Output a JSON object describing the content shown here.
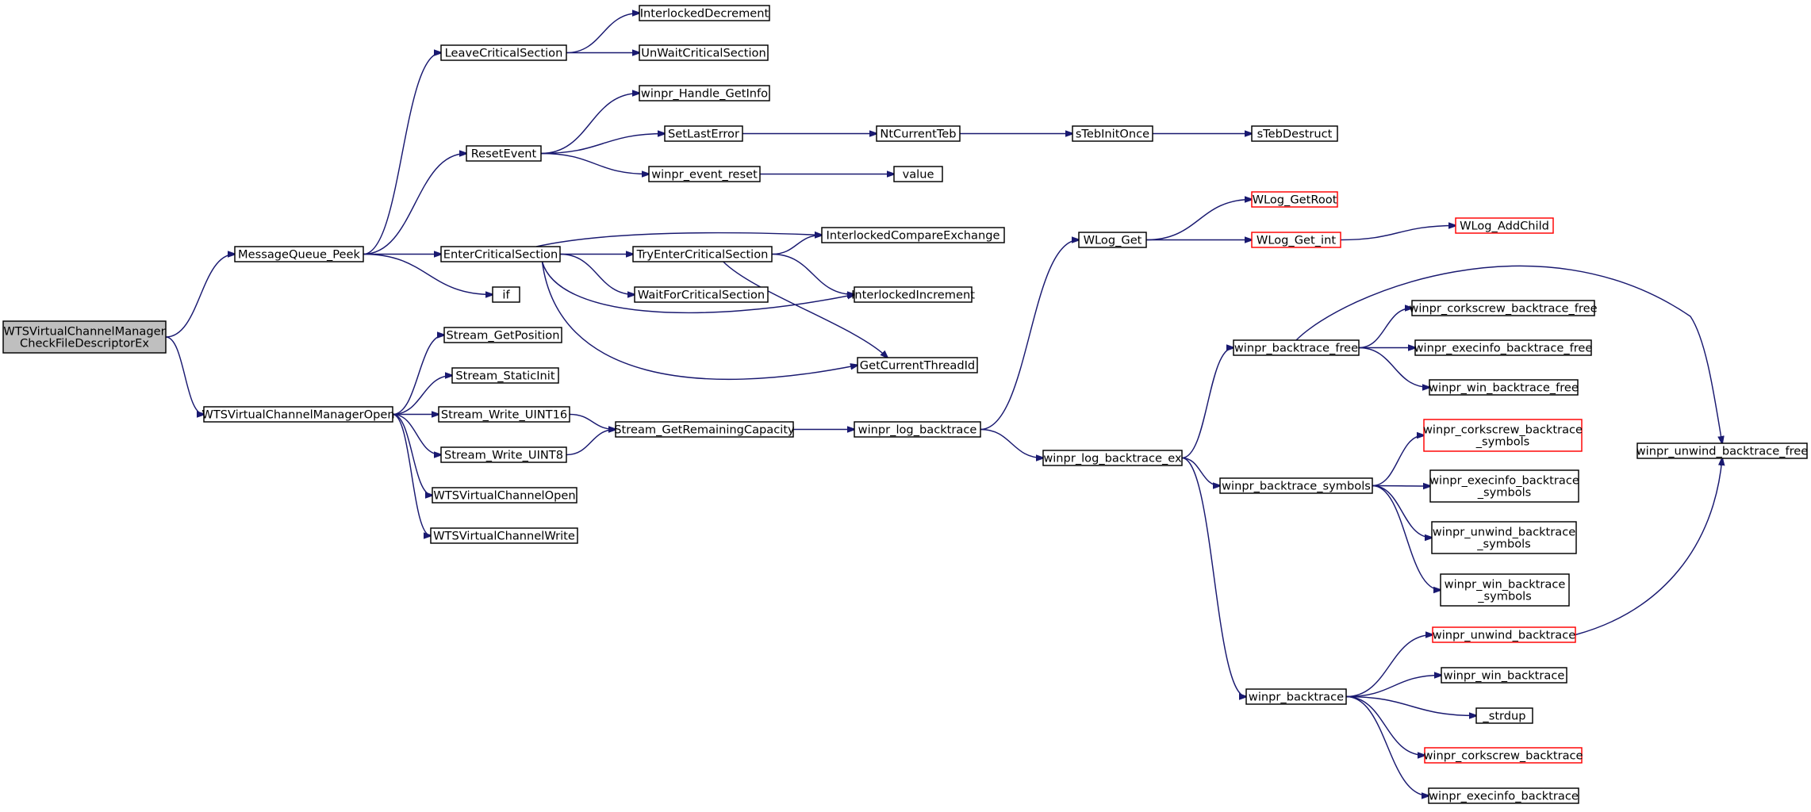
{
  "graph": {
    "title": "",
    "colors": {
      "edge": "#191970",
      "node_border": "#000000",
      "truncated_border": "#ff0000",
      "root_fill": "#bfbfbf",
      "node_fill": "#ffffff"
    },
    "nodes": [
      {
        "id": "root",
        "lines": [
          "WTSVirtualChannelManager",
          "CheckFileDescriptorEx"
        ],
        "style": "root"
      },
      {
        "id": "mqpeek",
        "lines": [
          "MessageQueue_Peek"
        ]
      },
      {
        "id": "wtsopen",
        "lines": [
          "WTSVirtualChannelManagerOpen"
        ]
      },
      {
        "id": "leavecs",
        "lines": [
          "LeaveCriticalSection"
        ]
      },
      {
        "id": "resetevent",
        "lines": [
          "ResetEvent"
        ]
      },
      {
        "id": "entercs",
        "lines": [
          "EnterCriticalSection"
        ]
      },
      {
        "id": "if",
        "lines": [
          "if"
        ]
      },
      {
        "id": "getpos",
        "lines": [
          "Stream_GetPosition"
        ]
      },
      {
        "id": "staticinit",
        "lines": [
          "Stream_StaticInit"
        ]
      },
      {
        "id": "write16",
        "lines": [
          "Stream_Write_UINT16"
        ]
      },
      {
        "id": "write8",
        "lines": [
          "Stream_Write_UINT8"
        ]
      },
      {
        "id": "wtschopen",
        "lines": [
          "WTSVirtualChannelOpen"
        ]
      },
      {
        "id": "wtschwrite",
        "lines": [
          "WTSVirtualChannelWrite"
        ]
      },
      {
        "id": "intdec",
        "lines": [
          "InterlockedDecrement"
        ]
      },
      {
        "id": "unwaitcs",
        "lines": [
          "UnWaitCriticalSection"
        ]
      },
      {
        "id": "handleinfo",
        "lines": [
          "winpr_Handle_GetInfo"
        ]
      },
      {
        "id": "setlasterr",
        "lines": [
          "SetLastError"
        ]
      },
      {
        "id": "eventreset",
        "lines": [
          "winpr_event_reset"
        ]
      },
      {
        "id": "tryentercs",
        "lines": [
          "TryEnterCriticalSection"
        ]
      },
      {
        "id": "waitcs",
        "lines": [
          "WaitForCriticalSection"
        ]
      },
      {
        "id": "remcap",
        "lines": [
          "Stream_GetRemainingCapacity"
        ]
      },
      {
        "id": "ntteb",
        "lines": [
          "NtCurrentTeb"
        ]
      },
      {
        "id": "value",
        "lines": [
          "value"
        ]
      },
      {
        "id": "intcmpx",
        "lines": [
          "InterlockedCompareExchange"
        ]
      },
      {
        "id": "intinc",
        "lines": [
          "InterlockedIncrement"
        ]
      },
      {
        "id": "curthread",
        "lines": [
          "GetCurrentThreadId"
        ]
      },
      {
        "id": "logbt",
        "lines": [
          "winpr_log_backtrace"
        ]
      },
      {
        "id": "tebinit",
        "lines": [
          "sTebInitOnce"
        ]
      },
      {
        "id": "wlogget",
        "lines": [
          "WLog_Get"
        ]
      },
      {
        "id": "logbtex",
        "lines": [
          "winpr_log_backtrace_ex"
        ]
      },
      {
        "id": "tebdestruct",
        "lines": [
          "sTebDestruct"
        ]
      },
      {
        "id": "wloggetroot",
        "lines": [
          "WLog_GetRoot"
        ],
        "style": "red"
      },
      {
        "id": "wloggetint",
        "lines": [
          "WLog_Get_int"
        ],
        "style": "red"
      },
      {
        "id": "btfree",
        "lines": [
          "winpr_backtrace_free"
        ]
      },
      {
        "id": "btsym",
        "lines": [
          "winpr_backtrace_symbols"
        ]
      },
      {
        "id": "bt",
        "lines": [
          "winpr_backtrace"
        ]
      },
      {
        "id": "wlogaddchild",
        "lines": [
          "WLog_AddChild"
        ],
        "style": "red"
      },
      {
        "id": "corkfree",
        "lines": [
          "winpr_corkscrew_backtrace_free"
        ]
      },
      {
        "id": "execfree",
        "lines": [
          "winpr_execinfo_backtrace_free"
        ]
      },
      {
        "id": "winfree",
        "lines": [
          "winpr_win_backtrace_free"
        ]
      },
      {
        "id": "corksym",
        "lines": [
          "winpr_corkscrew_backtrace",
          "_symbols"
        ],
        "style": "red"
      },
      {
        "id": "execsym",
        "lines": [
          "winpr_execinfo_backtrace",
          "_symbols"
        ]
      },
      {
        "id": "unwindsym",
        "lines": [
          "winpr_unwind_backtrace",
          "_symbols"
        ]
      },
      {
        "id": "winsym",
        "lines": [
          "winpr_win_backtrace",
          "_symbols"
        ]
      },
      {
        "id": "unwindbt",
        "lines": [
          "winpr_unwind_backtrace"
        ],
        "style": "red"
      },
      {
        "id": "winbt",
        "lines": [
          "winpr_win_backtrace"
        ]
      },
      {
        "id": "strdup",
        "lines": [
          "_strdup"
        ]
      },
      {
        "id": "corkbt",
        "lines": [
          "winpr_corkscrew_backtrace"
        ],
        "style": "red"
      },
      {
        "id": "execbt",
        "lines": [
          "winpr_execinfo_backtrace"
        ]
      },
      {
        "id": "unwindfree",
        "lines": [
          "winpr_unwind_backtrace_free"
        ]
      }
    ],
    "edges": [
      [
        "root",
        "mqpeek"
      ],
      [
        "root",
        "wtsopen"
      ],
      [
        "mqpeek",
        "leavecs"
      ],
      [
        "mqpeek",
        "resetevent"
      ],
      [
        "mqpeek",
        "entercs"
      ],
      [
        "mqpeek",
        "if"
      ],
      [
        "leavecs",
        "intdec"
      ],
      [
        "leavecs",
        "unwaitcs"
      ],
      [
        "resetevent",
        "handleinfo"
      ],
      [
        "resetevent",
        "setlasterr"
      ],
      [
        "resetevent",
        "eventreset"
      ],
      [
        "setlasterr",
        "ntteb"
      ],
      [
        "ntteb",
        "tebinit"
      ],
      [
        "tebinit",
        "tebdestruct"
      ],
      [
        "eventreset",
        "value"
      ],
      [
        "entercs",
        "intcmpx"
      ],
      [
        "entercs",
        "tryentercs"
      ],
      [
        "entercs",
        "waitcs"
      ],
      [
        "entercs",
        "intinc"
      ],
      [
        "entercs",
        "curthread"
      ],
      [
        "tryentercs",
        "intcmpx"
      ],
      [
        "tryentercs",
        "intinc"
      ],
      [
        "tryentercs",
        "curthread"
      ],
      [
        "wtsopen",
        "getpos"
      ],
      [
        "wtsopen",
        "staticinit"
      ],
      [
        "wtsopen",
        "write16"
      ],
      [
        "wtsopen",
        "write8"
      ],
      [
        "wtsopen",
        "wtschopen"
      ],
      [
        "wtsopen",
        "wtschwrite"
      ],
      [
        "write16",
        "remcap"
      ],
      [
        "write8",
        "remcap"
      ],
      [
        "remcap",
        "logbt"
      ],
      [
        "logbt",
        "wlogget"
      ],
      [
        "logbt",
        "logbtex"
      ],
      [
        "wlogget",
        "wloggetroot"
      ],
      [
        "wlogget",
        "wloggetint"
      ],
      [
        "wloggetint",
        "wlogaddchild"
      ],
      [
        "logbtex",
        "btfree"
      ],
      [
        "logbtex",
        "btsym"
      ],
      [
        "logbtex",
        "bt"
      ],
      [
        "btfree",
        "unwindfree"
      ],
      [
        "btfree",
        "corkfree"
      ],
      [
        "btfree",
        "execfree"
      ],
      [
        "btfree",
        "winfree"
      ],
      [
        "btsym",
        "corksym"
      ],
      [
        "btsym",
        "execsym"
      ],
      [
        "btsym",
        "unwindsym"
      ],
      [
        "btsym",
        "winsym"
      ],
      [
        "bt",
        "unwindbt"
      ],
      [
        "bt",
        "winbt"
      ],
      [
        "bt",
        "strdup"
      ],
      [
        "bt",
        "corkbt"
      ],
      [
        "bt",
        "execbt"
      ],
      [
        "unwindbt",
        "unwindfree"
      ]
    ]
  }
}
